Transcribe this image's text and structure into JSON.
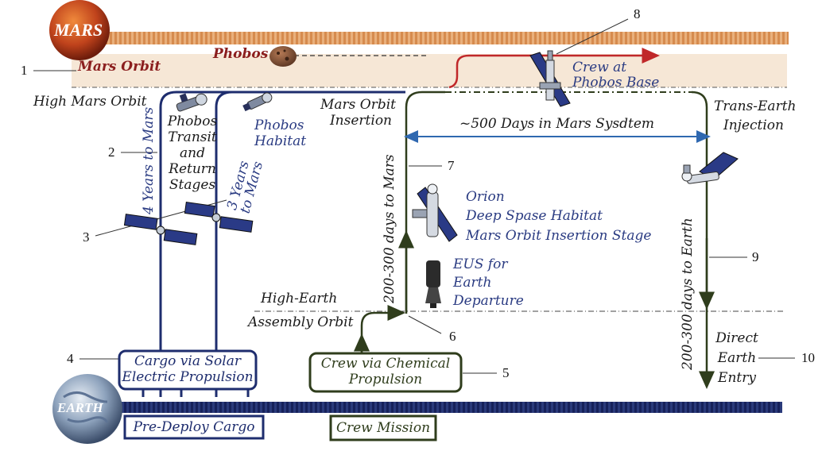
{
  "planets": {
    "mars": "MARS",
    "earth": "EARTH",
    "phobos": "Phobos"
  },
  "orbits": {
    "mars_orbit": "Mars Orbit",
    "high_mars_orbit": "High Mars Orbit",
    "high_earth": "High-Earth",
    "assembly_orbit": "Assembly Orbit"
  },
  "labels": {
    "phobos_transit_1": "Phobos",
    "phobos_transit_2": "Transit",
    "phobos_transit_3": "and",
    "phobos_transit_4": "Return",
    "phobos_transit_5": "Stages",
    "phobos_habitat_1": "Phobos",
    "phobos_habitat_2": "Habitat",
    "moi_1": "Mars Orbit",
    "moi_2": "Insertion",
    "crew_phobos_1": "Crew at",
    "crew_phobos_2": "Phobos Base",
    "tei_1": "Trans-Earth",
    "tei_2": "Injection",
    "days_mars_system": "~500 Days in Mars Sysdtem",
    "orion": "Orion",
    "deep_space": "Deep Spase Habitat",
    "moi_stage": "Mars Orbit Insertion Stage",
    "eus_1": "EUS for",
    "eus_2": "Earth",
    "eus_3": "Departure",
    "direct_1": "Direct",
    "direct_2": "Earth",
    "direct_3": "Entry",
    "years4": "4 Years to Mars",
    "years3_1": "3 Years",
    "years3_2": "to Mars",
    "days_to_mars": "200-300 days to Mars",
    "days_to_earth": "200-300 days to Earth"
  },
  "boxes": {
    "cargo_1": "Cargo via Solar",
    "cargo_2": "Electric Propulsion",
    "crew_1": "Crew via Chemical",
    "crew_2": "Propulsion",
    "predeploy": "Pre-Deploy Cargo",
    "crew_mission": "Crew Mission"
  },
  "numbers": [
    "1",
    "2",
    "3",
    "4",
    "5",
    "6",
    "7",
    "8",
    "9",
    "10"
  ],
  "colors": {
    "navy": "#1e2d6e",
    "dark_green": "#2f3d1c",
    "red": "#c0282a",
    "orbit_band": "#f6e7d6",
    "mars_band": "#e2a56a",
    "earth_band": "#22306b"
  }
}
